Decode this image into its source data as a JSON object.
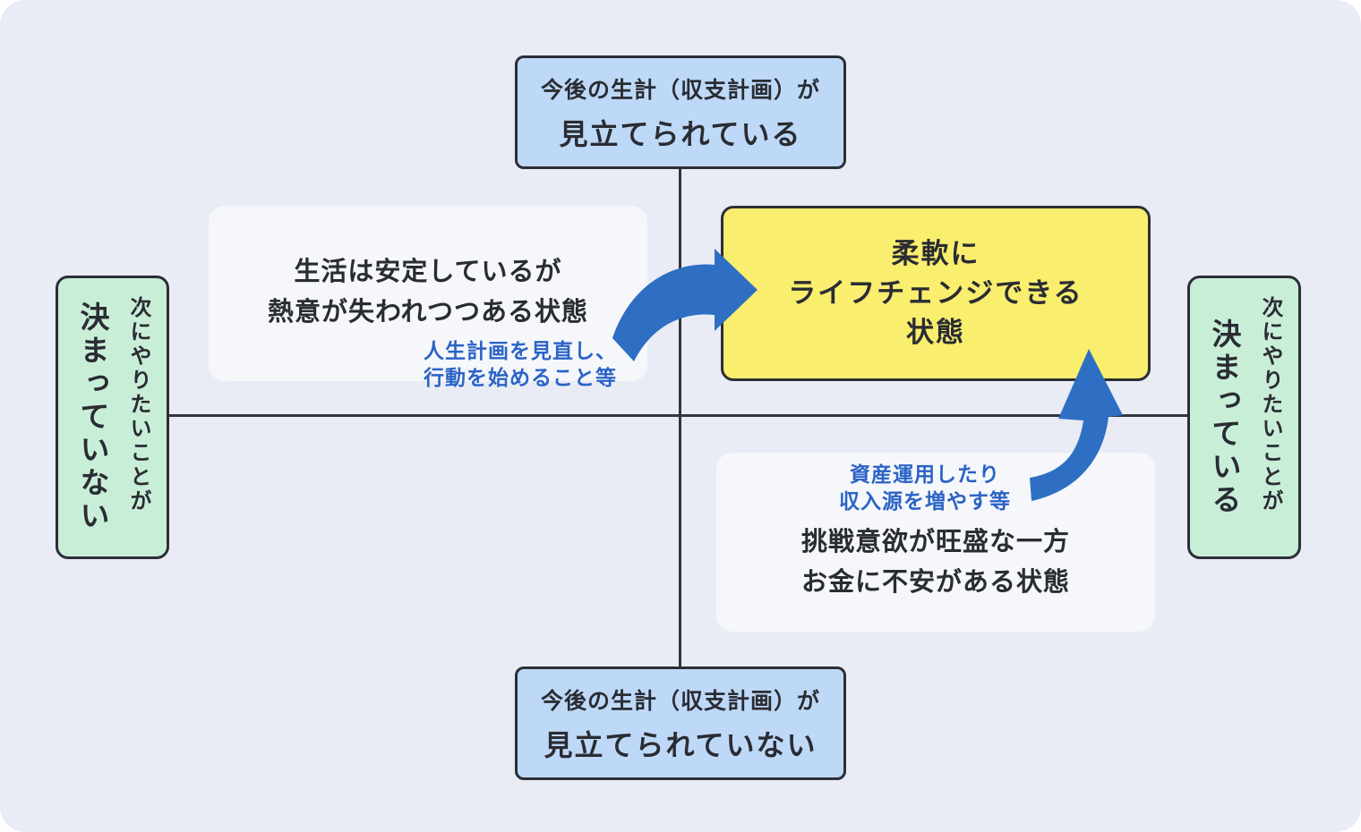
{
  "axis_labels": {
    "top": {
      "line1": "今後の生計（収支計画）が",
      "line2": "見立てられている"
    },
    "bottom": {
      "line1": "今後の生計（収支計画）が",
      "line2": "見立てられていない"
    },
    "left": {
      "small": "次にやりたいことが",
      "large": "決まっていない"
    },
    "right": {
      "small": "次にやりたいことが",
      "large": "決まっている"
    }
  },
  "quadrants": {
    "top_left": {
      "line1": "生活は安定しているが",
      "line2": "熱意が失われつつある状態",
      "note1": "人生計画を見直し、",
      "note2": "行動を始めること等"
    },
    "top_right": {
      "line1": "柔軟に",
      "line2": "ライフチェンジできる",
      "line3": "状態"
    },
    "bottom_right": {
      "note1": "資産運用したり",
      "note2": "収入源を増やす等",
      "line1": "挑戦意欲が旺盛な一方",
      "line2": "お金に不安がある状態"
    }
  },
  "icons": {
    "arrow_left_to_yellow": "curved-arrow-right-icon",
    "arrow_bottom_to_yellow": "curved-arrow-up-icon"
  },
  "colors": {
    "background": "#e9ecf5",
    "blue_box": "#bed9f7",
    "green_box": "#c9eed8",
    "yellow_box": "#f9ee6e",
    "note_blue": "#2b63c6",
    "arrow_blue": "#2e6fc4",
    "axis_line": "#33353a"
  }
}
